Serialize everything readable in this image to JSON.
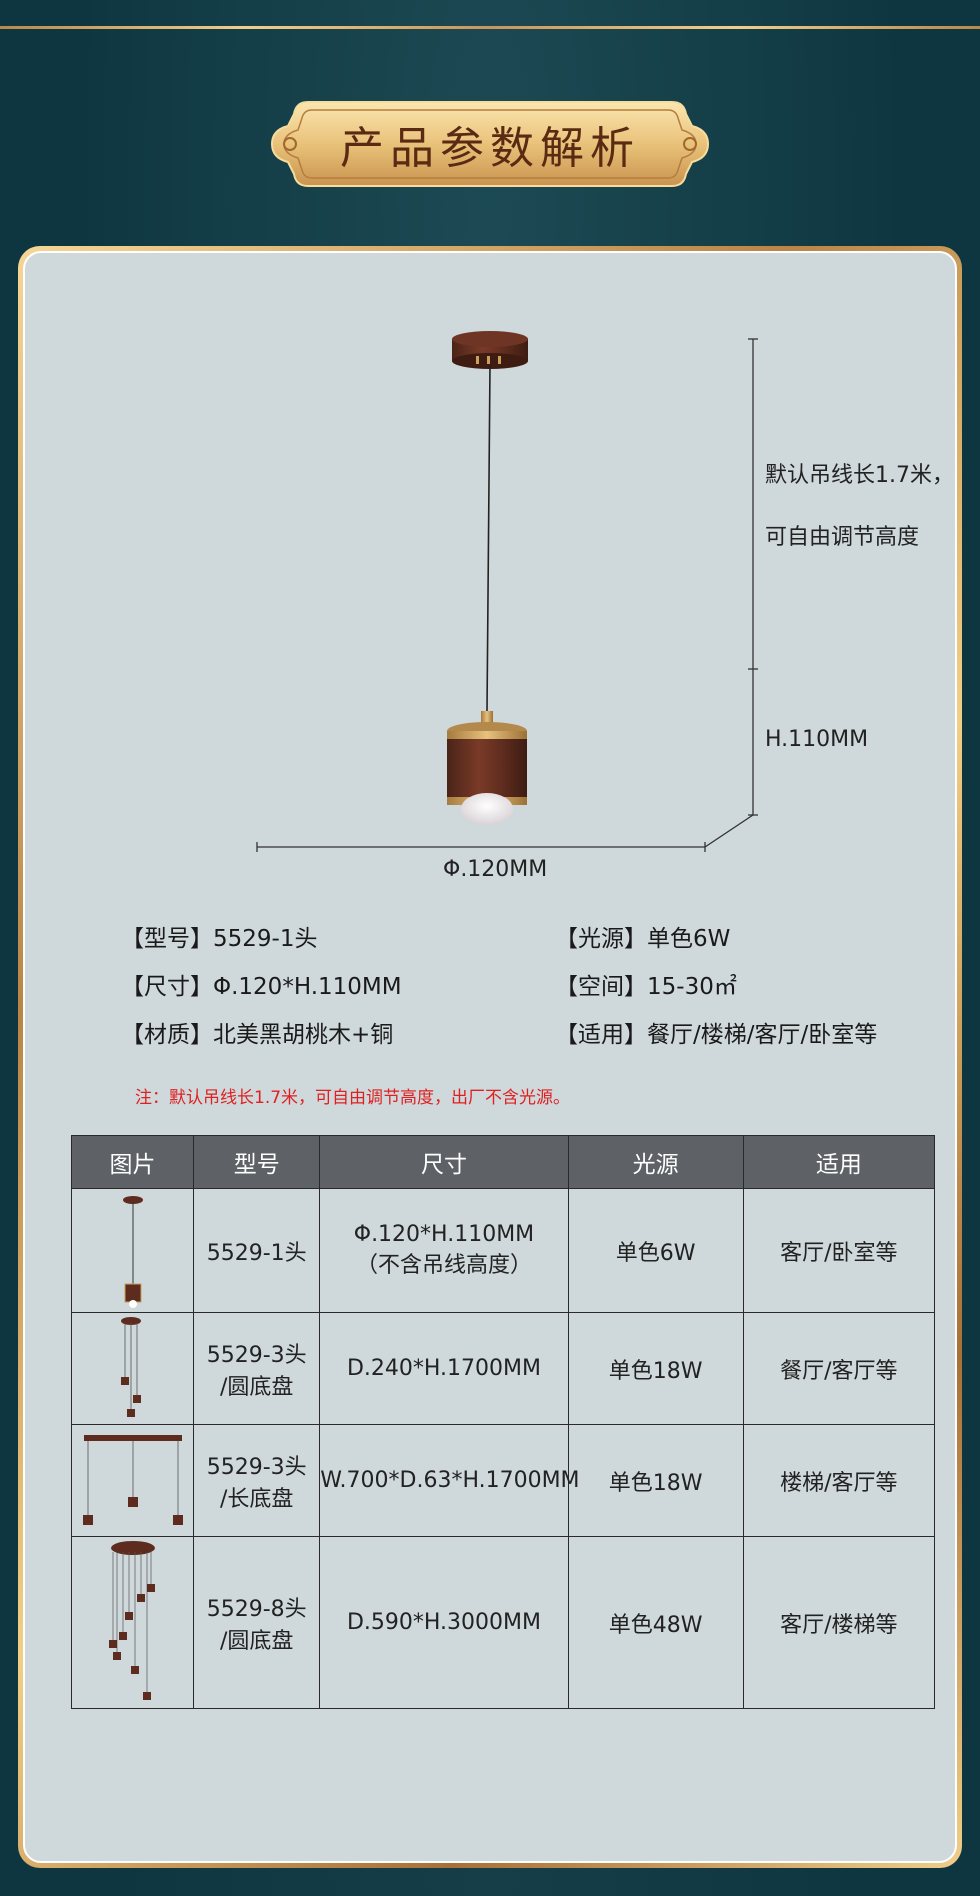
{
  "header": {
    "title": "产品参数解析"
  },
  "diagram": {
    "cable_note_line1": "默认吊线长1.7米，",
    "cable_note_line2": "可自由调节高度",
    "height_label": "H.110MM",
    "diameter_label": "Φ.120MM"
  },
  "specs": {
    "model": "【型号】5529-1头",
    "size": "【尺寸】Φ.120*H.110MM",
    "material": "【材质】北美黑胡桃木+铜",
    "light": "【光源】单色6W",
    "space": "【空间】15-30㎡",
    "usage": "【适用】餐厅/楼梯/客厅/卧室等"
  },
  "note": "注：默认吊线长1.7米，可自由调节高度，出厂不含光源。",
  "table": {
    "headers": [
      "图片",
      "型号",
      "尺寸",
      "光源",
      "适用"
    ],
    "rows": [
      {
        "model_l1": "5529-1头",
        "model_l2": "",
        "size_l1": "Φ.120*H.110MM",
        "size_l2": "（不含吊线高度）",
        "light": "单色6W",
        "usage": "客厅/卧室等"
      },
      {
        "model_l1": "5529-3头",
        "model_l2": "/圆底盘",
        "size_l1": "D.240*H.1700MM",
        "size_l2": "",
        "light": "单色18W",
        "usage": "餐厅/客厅等"
      },
      {
        "model_l1": "5529-3头",
        "model_l2": "/长底盘",
        "size_l1": "W.700*D.63*H.1700MM",
        "size_l2": "",
        "light": "单色18W",
        "usage": "楼梯/客厅等"
      },
      {
        "model_l1": "5529-8头",
        "model_l2": "/圆底盘",
        "size_l1": "D.590*H.3000MM",
        "size_l2": "",
        "light": "单色48W",
        "usage": "客厅/楼梯等"
      }
    ]
  },
  "colors": {
    "background": "#0e3640",
    "gold": "#f0cf8a",
    "panel": "#cfd8db",
    "note": "#e02020",
    "header_cell": "#5e6266"
  }
}
